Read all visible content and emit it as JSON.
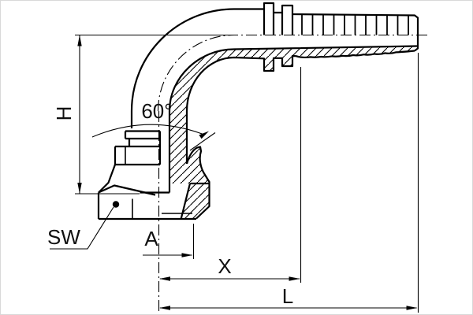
{
  "labels": {
    "height": "H",
    "wrench": "SW",
    "dim_a": "A",
    "dim_x": "X",
    "dim_l": "L",
    "cone_angle": "60°"
  },
  "colors": {
    "line": "#000000",
    "text": "#111111",
    "background": "#ffffff",
    "frame": "#d9d9d9"
  }
}
